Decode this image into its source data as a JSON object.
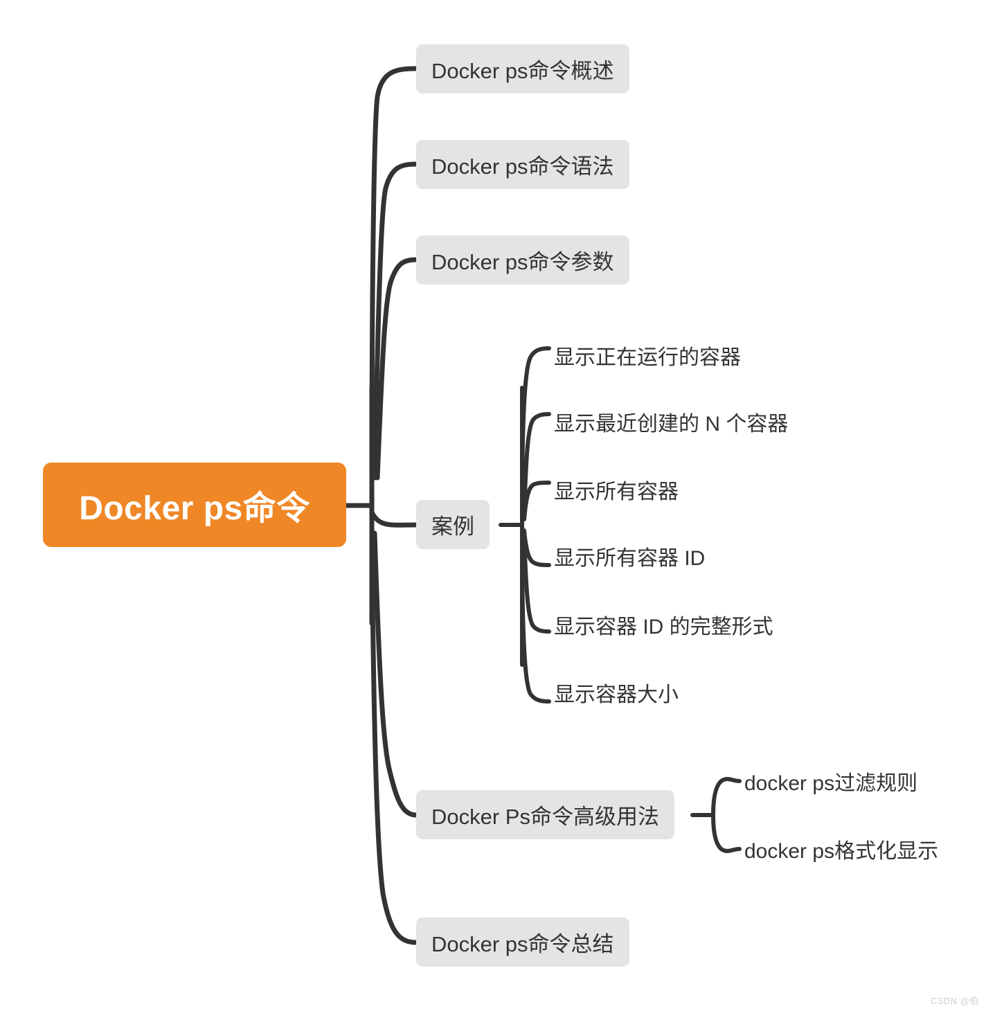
{
  "diagram": {
    "type": "mindmap",
    "title": "Docker ps命令",
    "colors": {
      "root_fill": "#ef8726",
      "root_text": "#ffffff",
      "node_fill": "#e4e4e4",
      "node_text": "#333333",
      "edge": "#333333",
      "background": "#ffffff"
    },
    "root": {
      "label": "Docker ps命令"
    },
    "branches": [
      {
        "label": "Docker ps命令概述",
        "style": "boxed",
        "children": []
      },
      {
        "label": "Docker ps命令语法",
        "style": "boxed",
        "children": []
      },
      {
        "label": "Docker ps命令参数",
        "style": "boxed",
        "children": []
      },
      {
        "label": "案例",
        "style": "boxed",
        "children": [
          {
            "label": "显示正在运行的容器",
            "style": "plain"
          },
          {
            "label": "显示最近创建的 N 个容器",
            "style": "plain"
          },
          {
            "label": "显示所有容器",
            "style": "plain"
          },
          {
            "label": "显示所有容器 ID",
            "style": "plain"
          },
          {
            "label": "显示容器 ID 的完整形式",
            "style": "plain"
          },
          {
            "label": "显示容器大小",
            "style": "plain"
          }
        ]
      },
      {
        "label": "Docker Ps命令高级用法",
        "style": "boxed",
        "children": [
          {
            "label": "docker ps过滤规则",
            "style": "plain"
          },
          {
            "label": "docker ps格式化显示",
            "style": "plain"
          }
        ]
      },
      {
        "label": "Docker ps命令总结",
        "style": "boxed",
        "children": []
      }
    ]
  },
  "watermark": {
    "text": "CSDN @伯"
  }
}
